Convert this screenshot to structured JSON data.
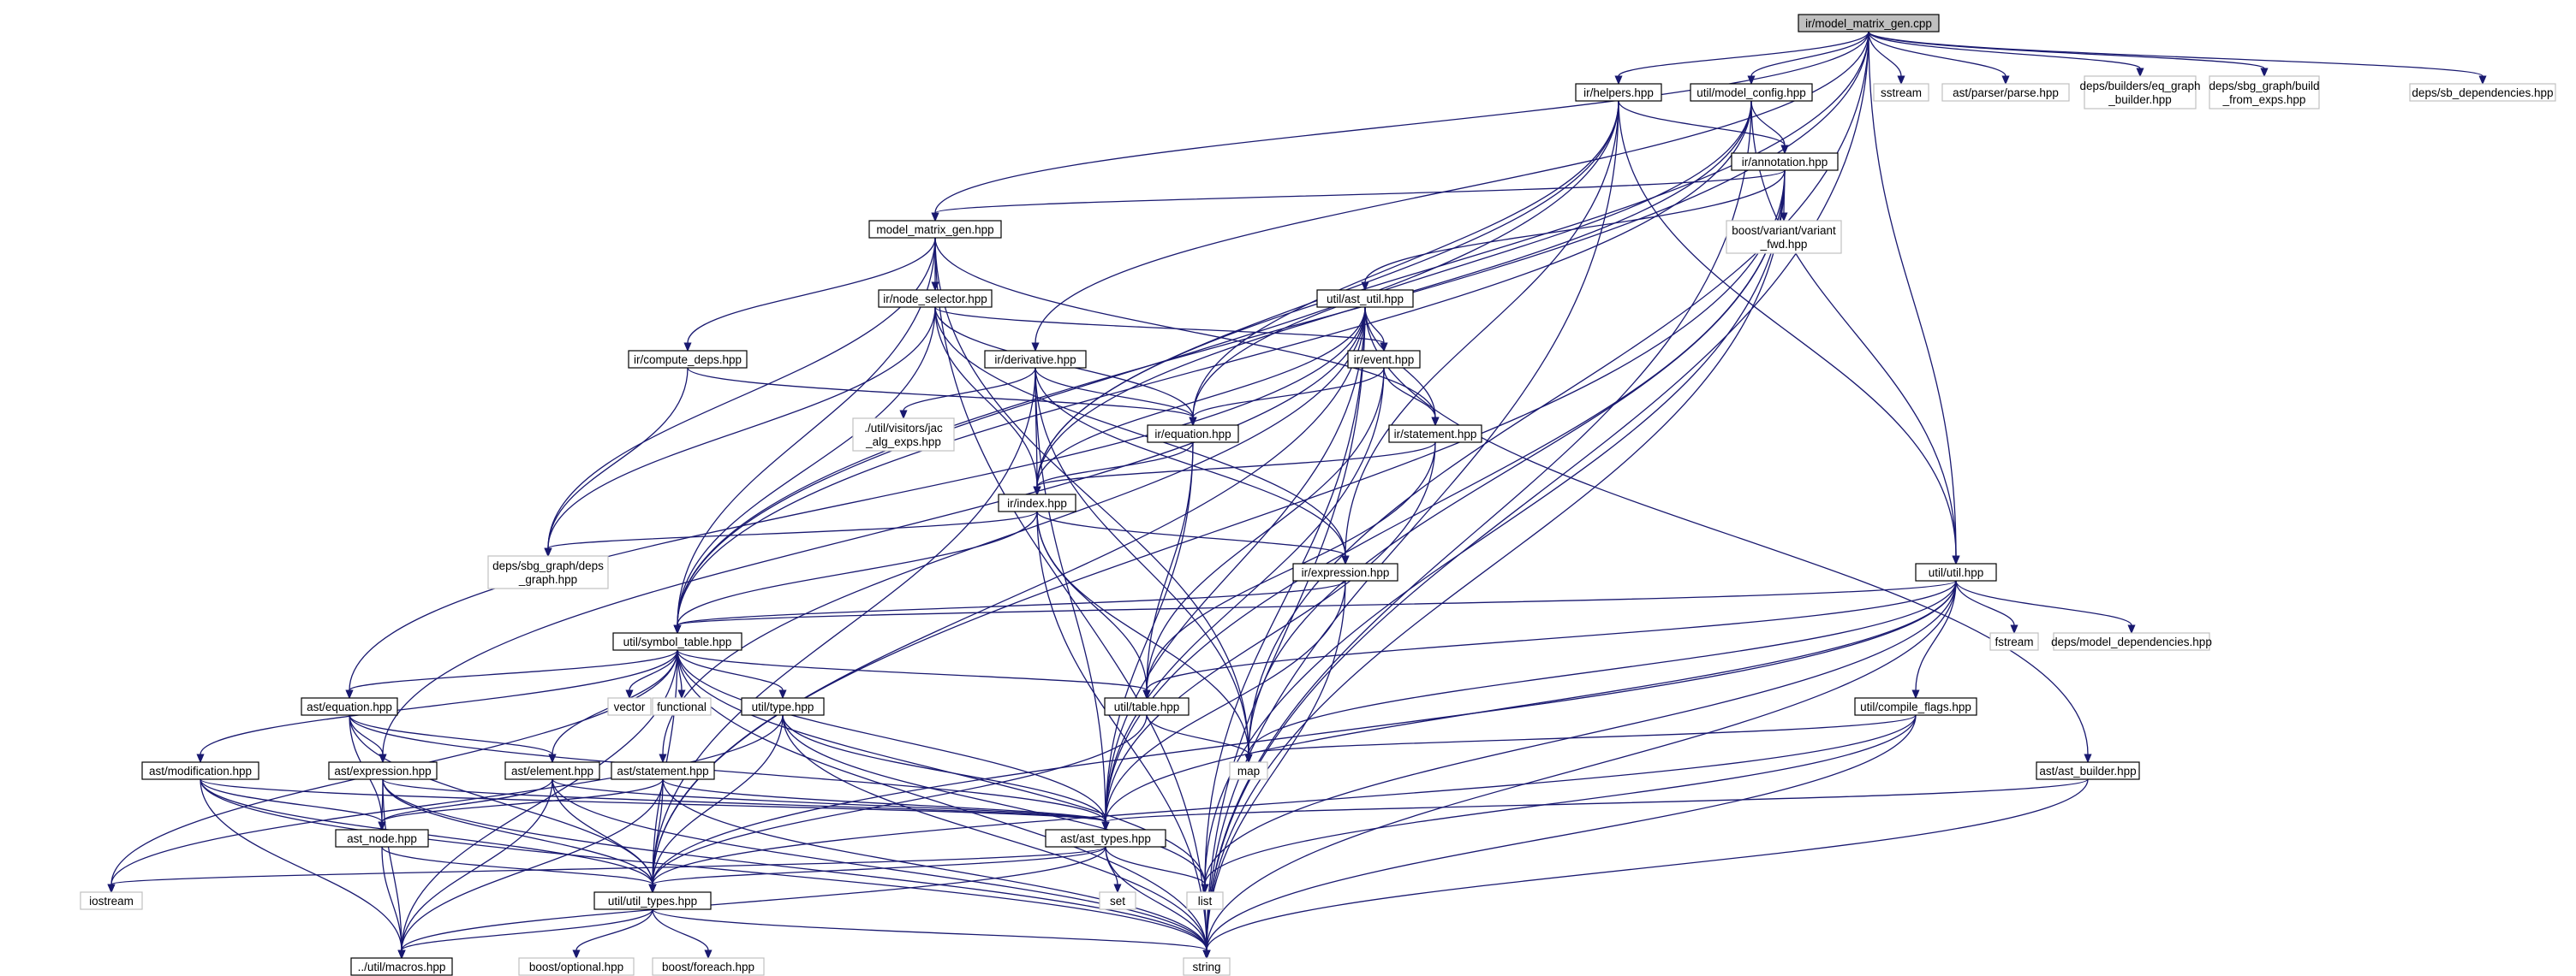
{
  "graph": {
    "nodes": [
      {
        "id": "root",
        "lines": [
          "ir/model_matrix_gen.cpp"
        ],
        "kind": "root"
      },
      {
        "id": "helpers",
        "lines": [
          "ir/helpers.hpp"
        ],
        "kind": "int"
      },
      {
        "id": "model_config",
        "lines": [
          "util/model_config.hpp"
        ],
        "kind": "int"
      },
      {
        "id": "sstream",
        "lines": [
          "sstream"
        ],
        "kind": "ext"
      },
      {
        "id": "parse",
        "lines": [
          "ast/parser/parse.hpp"
        ],
        "kind": "ext"
      },
      {
        "id": "eq_graph_builder",
        "lines": [
          "deps/builders/eq_graph",
          "_builder.hpp"
        ],
        "kind": "ext"
      },
      {
        "id": "build_from_exps",
        "lines": [
          "deps/sbg_graph/build",
          "_from_exps.hpp"
        ],
        "kind": "ext"
      },
      {
        "id": "sb_dependencies",
        "lines": [
          "deps/sb_dependencies.hpp"
        ],
        "kind": "ext"
      },
      {
        "id": "annotation",
        "lines": [
          "ir/annotation.hpp"
        ],
        "kind": "int"
      },
      {
        "id": "variant_fwd",
        "lines": [
          "boost/variant/variant",
          "_fwd.hpp"
        ],
        "kind": "ext"
      },
      {
        "id": "mmg_hpp",
        "lines": [
          "model_matrix_gen.hpp"
        ],
        "kind": "int"
      },
      {
        "id": "node_selector",
        "lines": [
          "ir/node_selector.hpp"
        ],
        "kind": "int"
      },
      {
        "id": "ast_util",
        "lines": [
          "util/ast_util.hpp"
        ],
        "kind": "int"
      },
      {
        "id": "compute_deps",
        "lines": [
          "ir/compute_deps.hpp"
        ],
        "kind": "int"
      },
      {
        "id": "derivative",
        "lines": [
          "ir/derivative.hpp"
        ],
        "kind": "int"
      },
      {
        "id": "event",
        "lines": [
          "ir/event.hpp"
        ],
        "kind": "int"
      },
      {
        "id": "jac_alg",
        "lines": [
          "./util/visitors/jac",
          "_alg_exps.hpp"
        ],
        "kind": "ext"
      },
      {
        "id": "ir_equation",
        "lines": [
          "ir/equation.hpp"
        ],
        "kind": "int"
      },
      {
        "id": "ir_statement",
        "lines": [
          "ir/statement.hpp"
        ],
        "kind": "int"
      },
      {
        "id": "ir_index",
        "lines": [
          "ir/index.hpp"
        ],
        "kind": "int"
      },
      {
        "id": "deps_graph",
        "lines": [
          "deps/sbg_graph/deps",
          "_graph.hpp"
        ],
        "kind": "ext"
      },
      {
        "id": "ir_expression",
        "lines": [
          "ir/expression.hpp"
        ],
        "kind": "int"
      },
      {
        "id": "util_util",
        "lines": [
          "util/util.hpp"
        ],
        "kind": "int"
      },
      {
        "id": "fstream",
        "lines": [
          "fstream"
        ],
        "kind": "ext"
      },
      {
        "id": "model_dependencies",
        "lines": [
          "deps/model_dependencies.hpp"
        ],
        "kind": "ext"
      },
      {
        "id": "symbol_table",
        "lines": [
          "util/symbol_table.hpp"
        ],
        "kind": "int"
      },
      {
        "id": "vector",
        "lines": [
          "vector"
        ],
        "kind": "ext"
      },
      {
        "id": "functional",
        "lines": [
          "functional"
        ],
        "kind": "ext"
      },
      {
        "id": "ast_equation",
        "lines": [
          "ast/equation.hpp"
        ],
        "kind": "int"
      },
      {
        "id": "util_type",
        "lines": [
          "util/type.hpp"
        ],
        "kind": "int"
      },
      {
        "id": "util_table",
        "lines": [
          "util/table.hpp"
        ],
        "kind": "int"
      },
      {
        "id": "compile_flags",
        "lines": [
          "util/compile_flags.hpp"
        ],
        "kind": "int"
      },
      {
        "id": "map",
        "lines": [
          "map"
        ],
        "kind": "ext"
      },
      {
        "id": "ast_modification",
        "lines": [
          "ast/modification.hpp"
        ],
        "kind": "int"
      },
      {
        "id": "ast_expression",
        "lines": [
          "ast/expression.hpp"
        ],
        "kind": "int"
      },
      {
        "id": "ast_element",
        "lines": [
          "ast/element.hpp"
        ],
        "kind": "int"
      },
      {
        "id": "ast_statement",
        "lines": [
          "ast/statement.hpp"
        ],
        "kind": "int"
      },
      {
        "id": "ast_builder",
        "lines": [
          "ast/ast_builder.hpp"
        ],
        "kind": "int"
      },
      {
        "id": "ast_types",
        "lines": [
          "ast/ast_types.hpp"
        ],
        "kind": "int"
      },
      {
        "id": "ast_node",
        "lines": [
          "ast_node.hpp"
        ],
        "kind": "int"
      },
      {
        "id": "iostream",
        "lines": [
          "iostream"
        ],
        "kind": "ext"
      },
      {
        "id": "util_types",
        "lines": [
          "util/util_types.hpp"
        ],
        "kind": "int"
      },
      {
        "id": "set",
        "lines": [
          "set"
        ],
        "kind": "ext"
      },
      {
        "id": "list",
        "lines": [
          "list"
        ],
        "kind": "ext"
      },
      {
        "id": "macros",
        "lines": [
          "../util/macros.hpp"
        ],
        "kind": "int"
      },
      {
        "id": "boost_optional",
        "lines": [
          "boost/optional.hpp"
        ],
        "kind": "ext"
      },
      {
        "id": "boost_foreach",
        "lines": [
          "boost/foreach.hpp"
        ],
        "kind": "ext"
      },
      {
        "id": "string",
        "lines": [
          "string"
        ],
        "kind": "ext"
      }
    ],
    "edges": [
      [
        "root",
        "helpers"
      ],
      [
        "root",
        "model_config"
      ],
      [
        "root",
        "sstream"
      ],
      [
        "root",
        "parse"
      ],
      [
        "root",
        "eq_graph_builder"
      ],
      [
        "root",
        "build_from_exps"
      ],
      [
        "root",
        "sb_dependencies"
      ],
      [
        "root",
        "mmg_hpp"
      ],
      [
        "root",
        "derivative"
      ],
      [
        "root",
        "ir_index"
      ],
      [
        "root",
        "symbol_table"
      ],
      [
        "root",
        "util_util"
      ],
      [
        "root",
        "map"
      ],
      [
        "root",
        "string"
      ],
      [
        "helpers",
        "annotation"
      ],
      [
        "helpers",
        "ir_equation"
      ],
      [
        "helpers",
        "ir_index"
      ],
      [
        "helpers",
        "symbol_table"
      ],
      [
        "helpers",
        "util_util"
      ],
      [
        "helpers",
        "string"
      ],
      [
        "helpers",
        "ir_expression"
      ],
      [
        "model_config",
        "annotation"
      ],
      [
        "model_config",
        "ir_equation"
      ],
      [
        "model_config",
        "symbol_table"
      ],
      [
        "model_config",
        "util_util"
      ],
      [
        "model_config",
        "string"
      ],
      [
        "model_config",
        "ir_index"
      ],
      [
        "annotation",
        "variant_fwd"
      ],
      [
        "annotation",
        "mmg_hpp"
      ],
      [
        "annotation",
        "ast_util"
      ],
      [
        "annotation",
        "ast_types"
      ],
      [
        "annotation",
        "util_types"
      ],
      [
        "annotation",
        "string"
      ],
      [
        "annotation",
        "list"
      ],
      [
        "annotation",
        "map"
      ],
      [
        "mmg_hpp",
        "node_selector"
      ],
      [
        "mmg_hpp",
        "compute_deps"
      ],
      [
        "mmg_hpp",
        "deps_graph"
      ],
      [
        "mmg_hpp",
        "ir_statement"
      ],
      [
        "mmg_hpp",
        "symbol_table"
      ],
      [
        "mmg_hpp",
        "map"
      ],
      [
        "mmg_hpp",
        "string"
      ],
      [
        "node_selector",
        "ir_equation"
      ],
      [
        "node_selector",
        "event"
      ],
      [
        "node_selector",
        "ir_index"
      ],
      [
        "node_selector",
        "symbol_table"
      ],
      [
        "node_selector",
        "deps_graph"
      ],
      [
        "node_selector",
        "ir_expression"
      ],
      [
        "ast_util",
        "event"
      ],
      [
        "ast_util",
        "ir_statement"
      ],
      [
        "ast_util",
        "ir_index"
      ],
      [
        "ast_util",
        "ast_types"
      ],
      [
        "ast_util",
        "ast_builder"
      ],
      [
        "ast_util",
        "string"
      ],
      [
        "ast_util",
        "ast_equation"
      ],
      [
        "ast_util",
        "ast_expression"
      ],
      [
        "ast_util",
        "ast_statement"
      ],
      [
        "ast_util",
        "util_types"
      ],
      [
        "ast_util",
        "list"
      ],
      [
        "compute_deps",
        "ir_equation"
      ],
      [
        "compute_deps",
        "deps_graph"
      ],
      [
        "derivative",
        "jac_alg"
      ],
      [
        "derivative",
        "ir_equation"
      ],
      [
        "derivative",
        "ir_index"
      ],
      [
        "derivative",
        "ir_expression"
      ],
      [
        "derivative",
        "ast_types"
      ],
      [
        "derivative",
        "map"
      ],
      [
        "derivative",
        "util_types"
      ],
      [
        "event",
        "ir_equation"
      ],
      [
        "event",
        "ir_statement"
      ],
      [
        "event",
        "util_table"
      ],
      [
        "event",
        "ast_types"
      ],
      [
        "ir_equation",
        "ir_index"
      ],
      [
        "ir_equation",
        "util_table"
      ],
      [
        "ir_equation",
        "ast_types"
      ],
      [
        "ir_statement",
        "ir_index"
      ],
      [
        "ir_statement",
        "util_table"
      ],
      [
        "ir_statement",
        "ast_types"
      ],
      [
        "ir_index",
        "deps_graph"
      ],
      [
        "ir_index",
        "ir_expression"
      ],
      [
        "ir_index",
        "symbol_table"
      ],
      [
        "ir_index",
        "util_table"
      ],
      [
        "ir_index",
        "map"
      ],
      [
        "ir_index",
        "string"
      ],
      [
        "ir_expression",
        "symbol_table"
      ],
      [
        "ir_expression",
        "ast_types"
      ],
      [
        "ir_expression",
        "string"
      ],
      [
        "util_util",
        "symbol_table"
      ],
      [
        "util_util",
        "fstream"
      ],
      [
        "util_util",
        "model_dependencies"
      ],
      [
        "util_util",
        "compile_flags"
      ],
      [
        "util_util",
        "util_table"
      ],
      [
        "util_util",
        "map"
      ],
      [
        "util_util",
        "list"
      ],
      [
        "util_util",
        "string"
      ],
      [
        "util_util",
        "ast_types"
      ],
      [
        "util_util",
        "util_types"
      ],
      [
        "symbol_table",
        "vector"
      ],
      [
        "symbol_table",
        "functional"
      ],
      [
        "symbol_table",
        "ast_equation"
      ],
      [
        "symbol_table",
        "util_type"
      ],
      [
        "symbol_table",
        "util_table"
      ],
      [
        "symbol_table",
        "ast_modification"
      ],
      [
        "symbol_table",
        "ast_element"
      ],
      [
        "symbol_table",
        "ast_types"
      ],
      [
        "symbol_table",
        "string"
      ],
      [
        "symbol_table",
        "list"
      ],
      [
        "symbol_table",
        "iostream"
      ],
      [
        "symbol_table",
        "macros"
      ],
      [
        "symbol_table",
        "util_types"
      ],
      [
        "ast_equation",
        "ast_expression"
      ],
      [
        "ast_equation",
        "ast_element"
      ],
      [
        "ast_equation",
        "ast_node"
      ],
      [
        "ast_equation",
        "ast_types"
      ],
      [
        "ast_equation",
        "util_types"
      ],
      [
        "util_type",
        "ast_types"
      ],
      [
        "util_type",
        "iostream"
      ],
      [
        "util_type",
        "list"
      ],
      [
        "util_type",
        "string"
      ],
      [
        "util_type",
        "util_types"
      ],
      [
        "util_table",
        "map"
      ],
      [
        "util_table",
        "util_types"
      ],
      [
        "compile_flags",
        "map"
      ],
      [
        "compile_flags",
        "list"
      ],
      [
        "compile_flags",
        "string"
      ],
      [
        "compile_flags",
        "util_types"
      ],
      [
        "ast_modification",
        "ast_node"
      ],
      [
        "ast_modification",
        "ast_types"
      ],
      [
        "ast_modification",
        "util_types"
      ],
      [
        "ast_modification",
        "macros"
      ],
      [
        "ast_modification",
        "string"
      ],
      [
        "ast_expression",
        "ast_node"
      ],
      [
        "ast_expression",
        "ast_types"
      ],
      [
        "ast_expression",
        "util_types"
      ],
      [
        "ast_expression",
        "macros"
      ],
      [
        "ast_expression",
        "string"
      ],
      [
        "ast_element",
        "ast_node"
      ],
      [
        "ast_element",
        "ast_types"
      ],
      [
        "ast_element",
        "util_types"
      ],
      [
        "ast_element",
        "macros"
      ],
      [
        "ast_element",
        "string"
      ],
      [
        "ast_statement",
        "ast_node"
      ],
      [
        "ast_statement",
        "ast_types"
      ],
      [
        "ast_statement",
        "util_types"
      ],
      [
        "ast_statement",
        "macros"
      ],
      [
        "ast_statement",
        "string"
      ],
      [
        "ast_builder",
        "ast_types"
      ],
      [
        "ast_builder",
        "string"
      ],
      [
        "ast_types",
        "iostream"
      ],
      [
        "ast_types",
        "util_types"
      ],
      [
        "ast_types",
        "set"
      ],
      [
        "ast_types",
        "list"
      ],
      [
        "ast_types",
        "string"
      ],
      [
        "ast_types",
        "macros"
      ],
      [
        "ast_node",
        "util_types"
      ],
      [
        "ast_node",
        "macros"
      ],
      [
        "util_types",
        "macros"
      ],
      [
        "util_types",
        "boost_optional"
      ],
      [
        "util_types",
        "boost_foreach"
      ],
      [
        "util_types",
        "string"
      ]
    ]
  }
}
